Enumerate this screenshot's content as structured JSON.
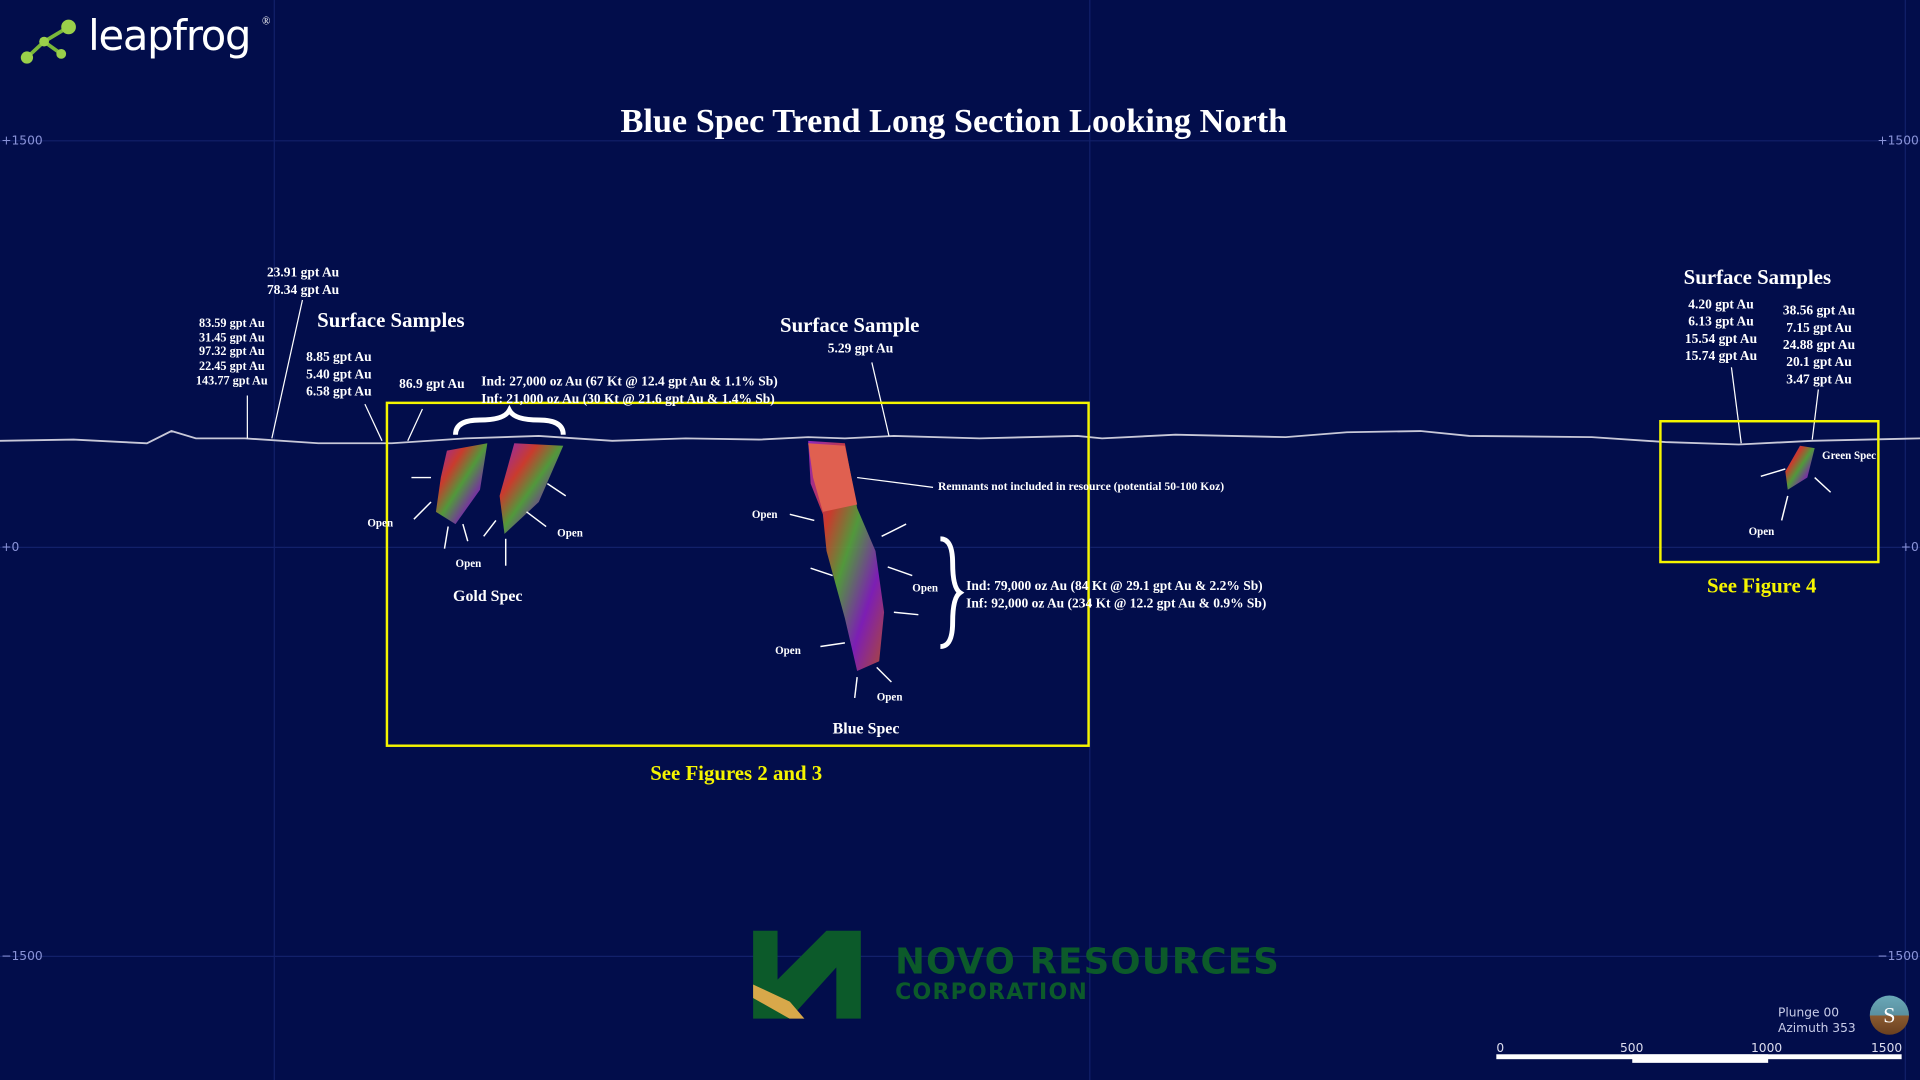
{
  "logo": {
    "text": "leapfrog",
    "mark": "®"
  },
  "title": "Blue Spec Trend Long Section Looking North",
  "axis": {
    "top": "+1500",
    "mid": "+0",
    "bottom": "−1500"
  },
  "west_samples": {
    "col1": [
      "83.59 gpt Au",
      "31.45 gpt Au",
      "97.32 gpt Au",
      "22.45 gpt Au",
      "143.77 gpt Au"
    ],
    "col2": [
      "23.91 gpt Au",
      "78.34 gpt Au"
    ],
    "heading": "Surface Samples",
    "col3": [
      "8.85 gpt Au",
      "5.40 gpt Au",
      "6.58 gpt Au"
    ],
    "single": "86.9 gpt Au"
  },
  "gold_spec": {
    "ind": "Ind: 27,000 oz Au (67 Kt @ 12.4 gpt Au & 1.1% Sb)",
    "inf": "Inf: 21,000 oz Au (30 Kt @ 21.6 gpt Au & 1.4% Sb)",
    "name": "Gold Spec"
  },
  "center_sample": {
    "heading": "Surface Sample",
    "value": "5.29 gpt Au"
  },
  "remnants": "Remnants not included in resource (potential 50-100 Koz)",
  "blue_spec": {
    "ind": "Ind: 79,000 oz Au (84 Kt @ 29.1 gpt Au & 2.2% Sb)",
    "inf": "Inf: 92,000 oz Au (234 Kt @ 12.2 gpt Au & 0.9% Sb)",
    "name": "Blue Spec"
  },
  "open_label": "Open",
  "east_samples": {
    "heading": "Surface Samples",
    "col1": [
      "4.20 gpt Au",
      "6.13 gpt Au",
      "15.54 gpt Au",
      "15.74 gpt Au"
    ],
    "col2": [
      "38.56 gpt Au",
      "7.15 gpt Au",
      "24.88 gpt Au",
      "20.1 gpt Au",
      "3.47 gpt Au"
    ]
  },
  "green_spec": "Green Spec",
  "figure_links": {
    "main": "See Figures 2 and 3",
    "east": "See Figure 4"
  },
  "company": {
    "name": "NOVO RESOURCES",
    "sub": "CORPORATION"
  },
  "orientation": {
    "plunge": "Plunge 00",
    "azimuth": "Azimuth 353",
    "compass": "S"
  },
  "scale_bar": [
    "0",
    "500",
    "1000",
    "1500"
  ],
  "colors": {
    "background": "#020d4b",
    "highlight": "#f5f500",
    "novo_green": "#0c5a2a"
  }
}
